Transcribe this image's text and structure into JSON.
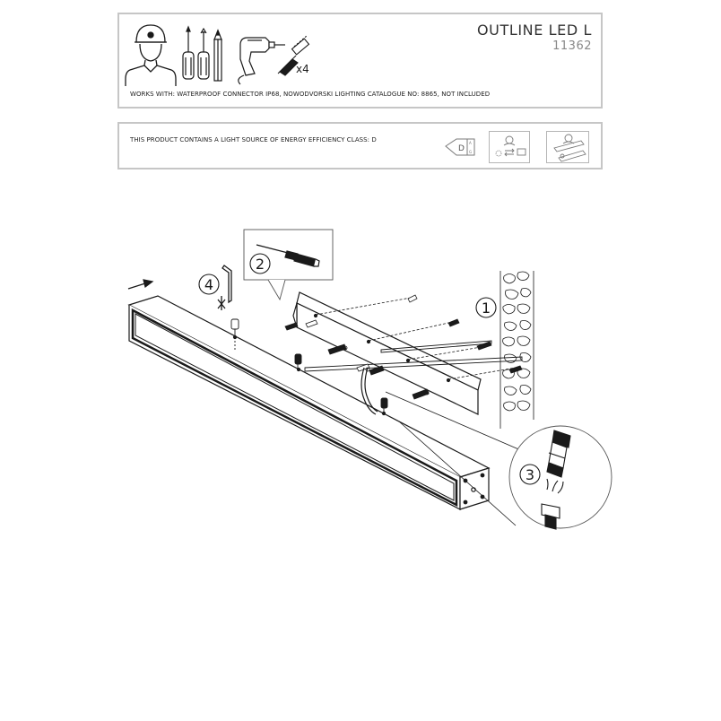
{
  "header": {
    "product_name": "OUTLINE LED L",
    "product_code": "11362",
    "screw_count": "x4",
    "works_with": "WORKS WITH: WATERPROOF CONNECTOR IP68, NOWODVORSKI LIGHTING CATALOGUE NO: 8865, NOT INCLUDED"
  },
  "energy": {
    "statement": "THIS PRODUCT CONTAINS A LIGHT SOURCE OF ENERGY EFFICIENCY CLASS: D",
    "class_letter": "D",
    "scale_top": "A",
    "scale_bottom": "G"
  },
  "diagram": {
    "steps": [
      "1",
      "2",
      "3",
      "4"
    ]
  },
  "colors": {
    "border": "#c6c6c6",
    "line": "#1a1a1a",
    "icon_gray": "#7a7a7a"
  },
  "icons": [
    "installer-person-icon",
    "screwdriver-icon",
    "screwdriver-icon",
    "pencil-icon",
    "drill-icon",
    "wall-plug-icon",
    "energy-label-icon",
    "lamp-replaceable-icon",
    "control-gear-icon"
  ]
}
